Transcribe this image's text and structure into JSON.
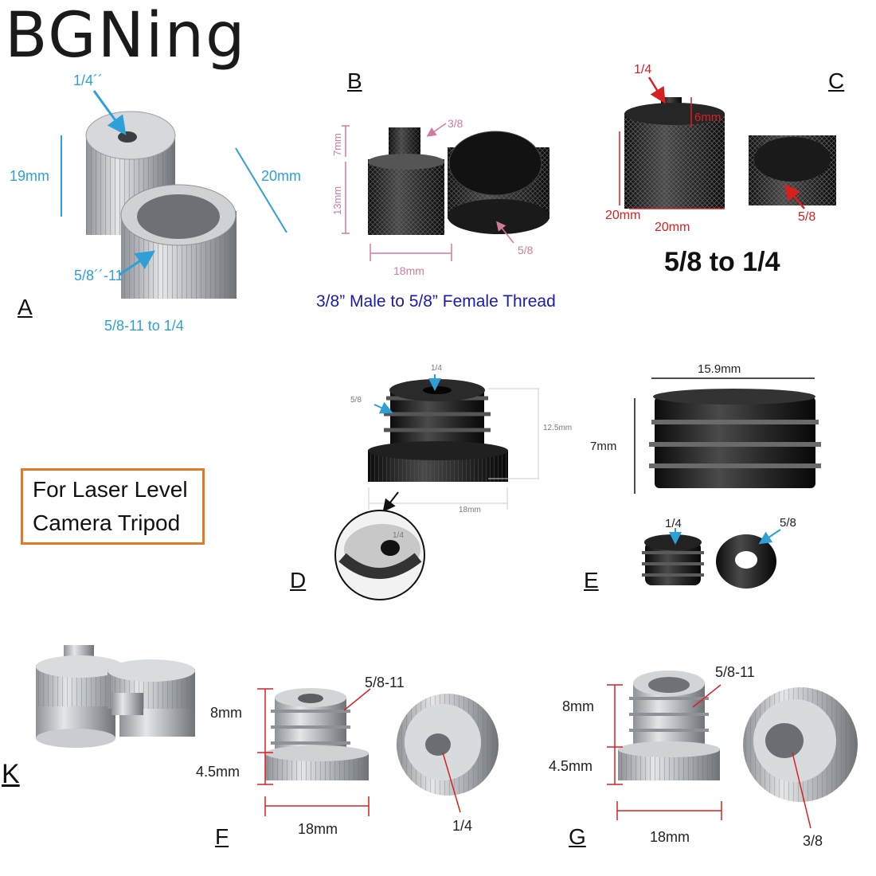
{
  "brand": "BGNing",
  "panels": {
    "A": {
      "letter": "A",
      "top_label": "1/4´´",
      "height": "19mm",
      "diameter": "20mm",
      "bottom_label": "5/8´´-11",
      "caption": "5/8-11 to 1/4"
    },
    "B": {
      "letter": "B",
      "male": "3/8",
      "female": "5/8",
      "upper_height": "7mm",
      "lower_height": "13mm",
      "width": "18mm",
      "caption": "3/8” Male to 5/8” Female Thread"
    },
    "C": {
      "letter": "C",
      "top_label": "1/4",
      "stud_height": "6mm",
      "height": "20mm",
      "width": "20mm",
      "female": "5/8",
      "caption": "5/8 to 1/4"
    },
    "D": {
      "letter": "D",
      "top_label": "1/4",
      "side_label": "5/8",
      "height": "12.5mm",
      "width": "18mm",
      "inset_label": "1/4"
    },
    "E": {
      "letter": "E",
      "width": "15.9mm",
      "height": "7mm",
      "small_label": "1/4",
      "large_label": "5/8"
    },
    "F": {
      "letter": "F",
      "thread_label": "5/8-11",
      "upper_height": "8mm",
      "lower_height": "4.5mm",
      "width": "18mm",
      "female": "1/4"
    },
    "G": {
      "letter": "G",
      "thread_label": "5/8-11",
      "upper_height": "8mm",
      "lower_height": "4.5mm",
      "width": "18mm",
      "female": "3/8"
    },
    "K": {
      "letter": "K"
    }
  },
  "callout": {
    "line1": "For Laser Level",
    "line2": "Camera Tripod"
  },
  "colors": {
    "cyan": "#2f9fd8",
    "pink": "#d07aa0",
    "red": "#d82020",
    "orange": "#e07a28",
    "blue_caption": "#1a1ab0"
  }
}
